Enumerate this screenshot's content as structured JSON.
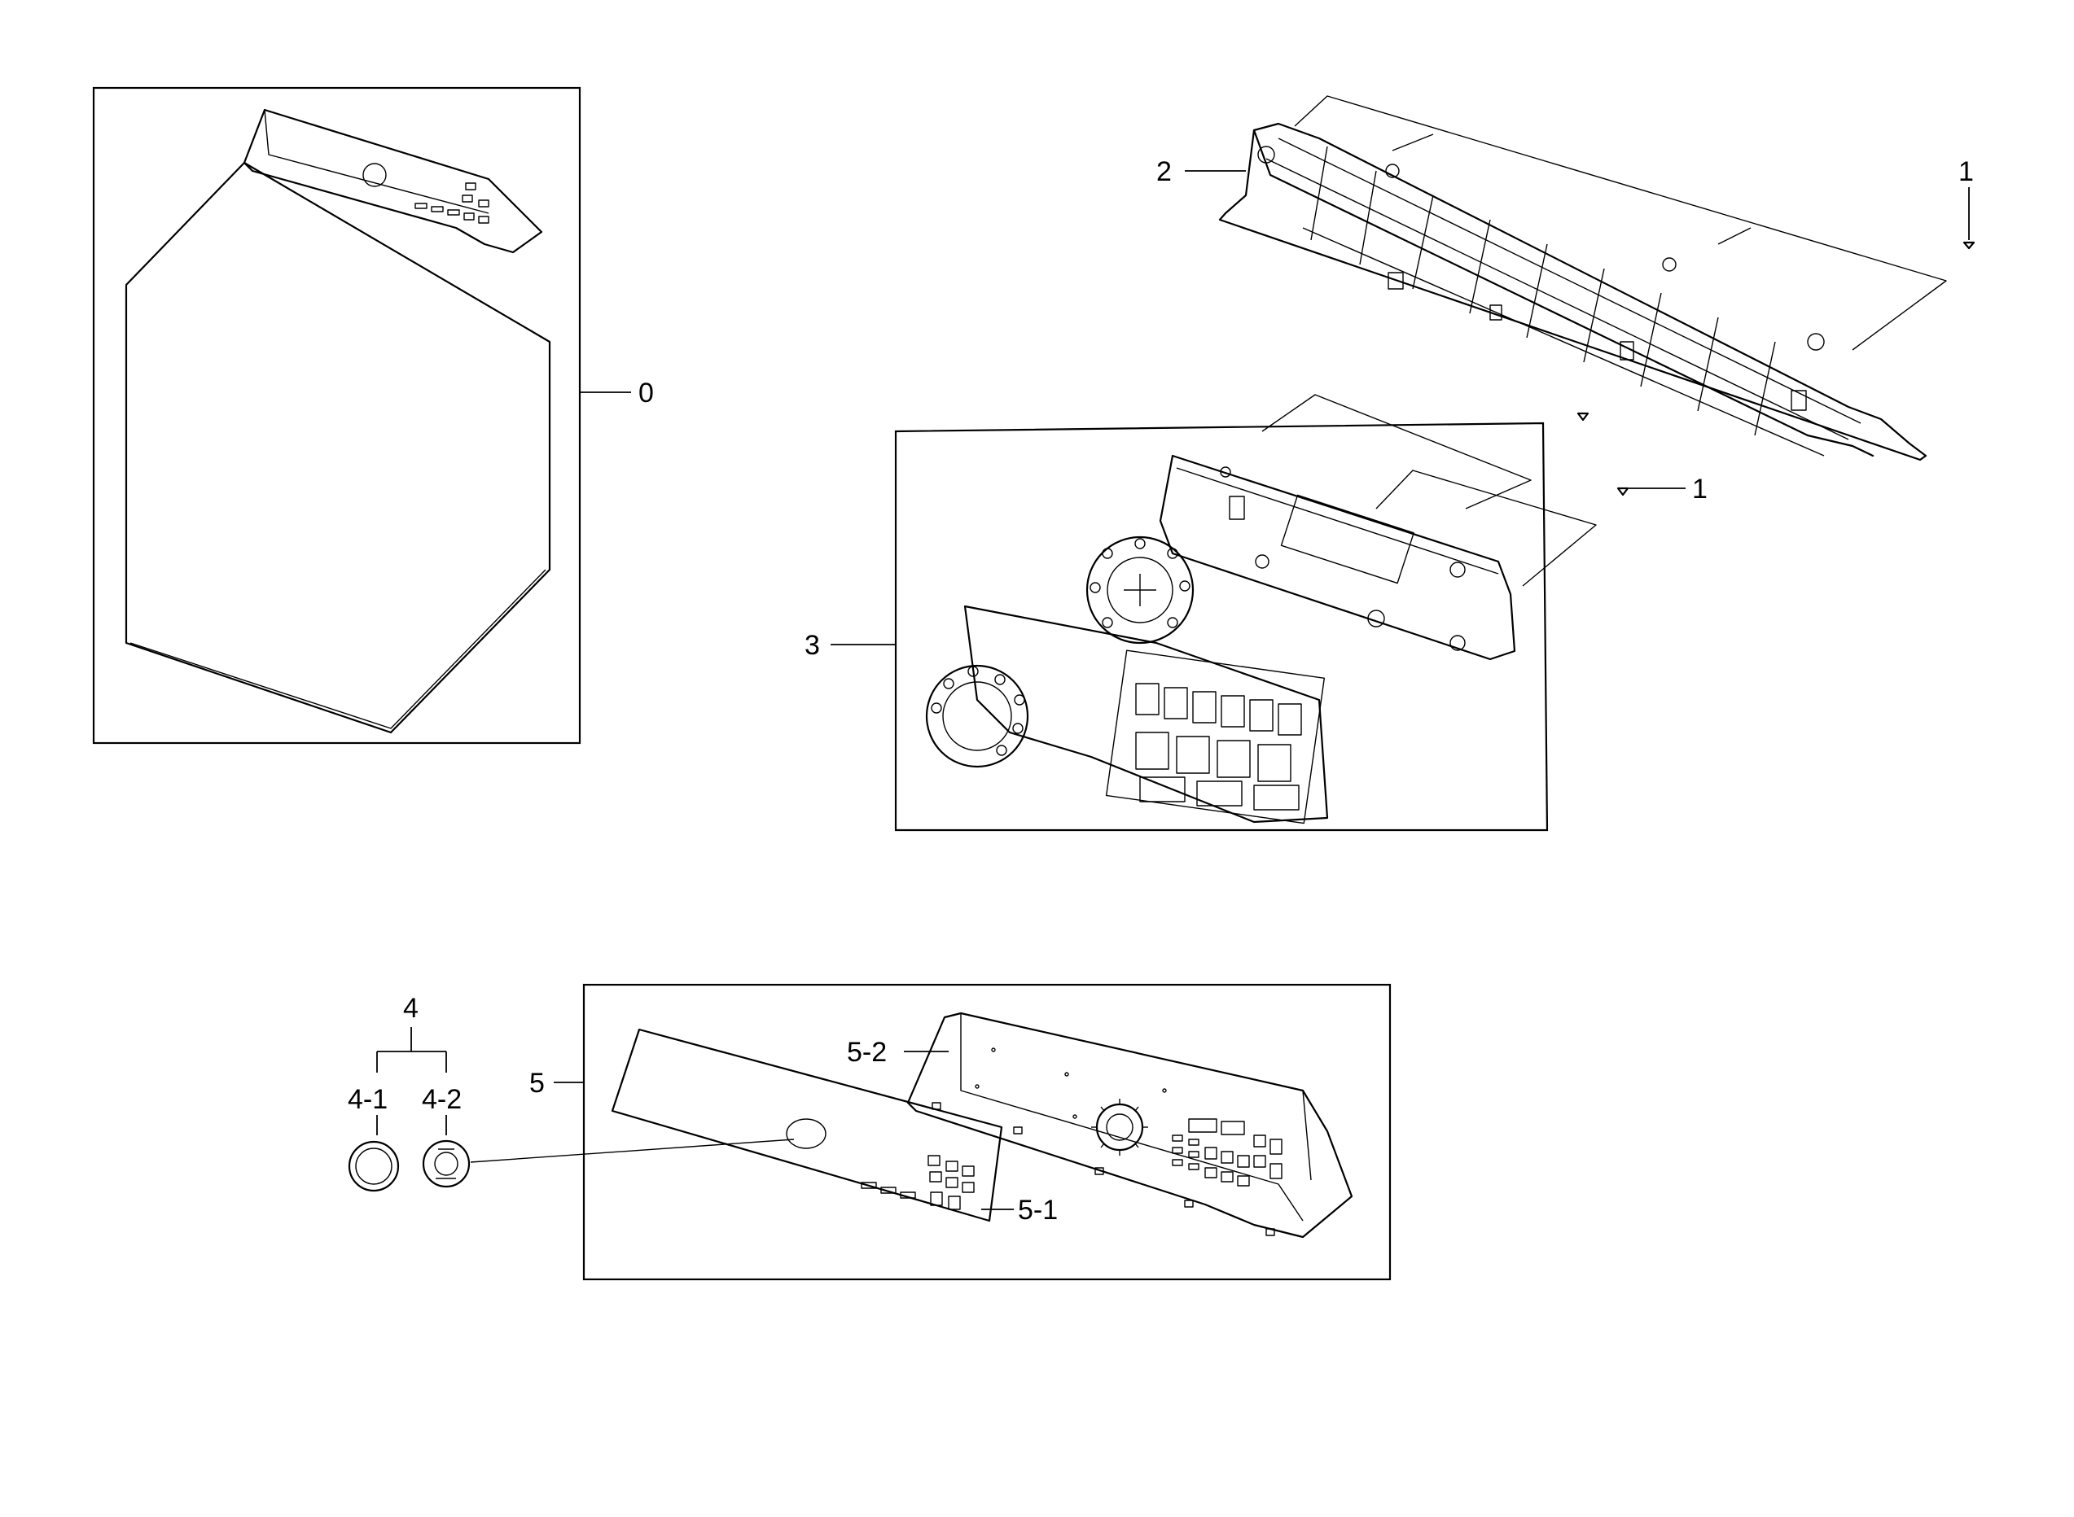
{
  "diagram": {
    "groups": [
      {
        "id": "0",
        "label": "0"
      },
      {
        "id": "1-top",
        "label": "1"
      },
      {
        "id": "2",
        "label": "2"
      },
      {
        "id": "1-mid",
        "label": "1"
      },
      {
        "id": "3",
        "label": "3"
      },
      {
        "id": "4",
        "label": "4"
      },
      {
        "id": "4-1",
        "label": "4-1"
      },
      {
        "id": "4-2",
        "label": "4-2"
      },
      {
        "id": "5",
        "label": "5"
      },
      {
        "id": "5-1",
        "label": "5-1"
      },
      {
        "id": "5-2",
        "label": "5-2"
      }
    ]
  }
}
